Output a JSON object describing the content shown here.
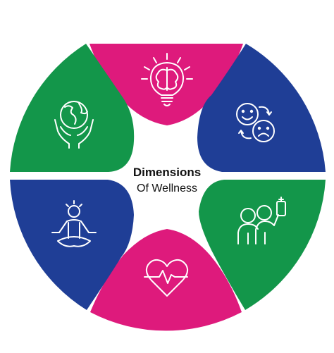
{
  "center": {
    "title": "Dimensions",
    "subtitle": "Of Wellness"
  },
  "colors": {
    "green": "#13964a",
    "magenta": "#de1a7c",
    "blue": "#1f3e96",
    "icon_stroke": "#ffffff"
  },
  "segments": [
    {
      "name": "intellectual",
      "icon": "brain-lightbulb-icon",
      "color": "magenta"
    },
    {
      "name": "emotional",
      "icon": "happy-sad-faces-icon",
      "color": "blue"
    },
    {
      "name": "social",
      "icon": "friends-selfie-icon",
      "color": "green"
    },
    {
      "name": "physical",
      "icon": "heart-pulse-icon",
      "color": "magenta"
    },
    {
      "name": "spiritual",
      "icon": "meditation-icon",
      "color": "blue"
    },
    {
      "name": "environmental",
      "icon": "globe-hands-icon",
      "color": "green"
    }
  ]
}
